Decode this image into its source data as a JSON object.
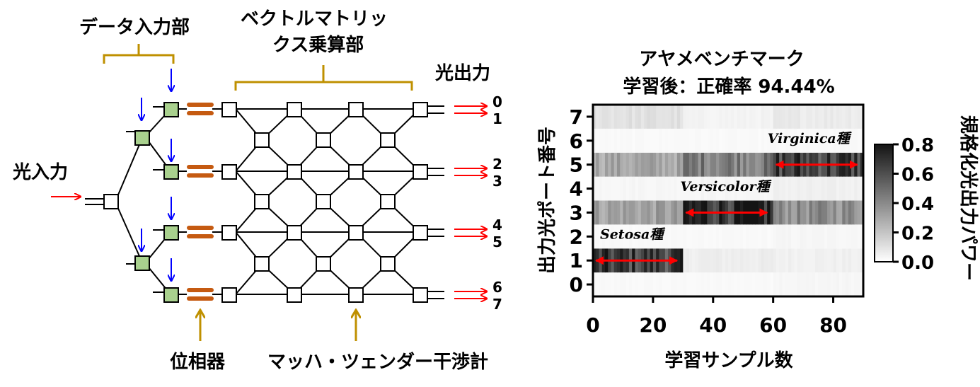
{
  "diagram": {
    "labels": {
      "data_input": "データ入力部",
      "vector_matrix_line1": "ベクトルマトリッ",
      "vector_matrix_line2": "クス乗算部",
      "light_output": "光出力",
      "light_input": "光入力",
      "phase_shifter": "位相器",
      "mzi": "マッハ・ツェンダー干渉計"
    },
    "ports": [
      "0",
      "1",
      "2",
      "3",
      "4",
      "5",
      "6",
      "7"
    ],
    "colors": {
      "modulator": "#a9d18e",
      "phase_shifter": "#c55a11",
      "input_arrow": "#ff0000",
      "modulation_arrow": "#0000ff",
      "brace": "#bf9000"
    }
  },
  "chart_data": {
    "type": "heatmap",
    "title_line1": "アヤメベンチマーク",
    "title_line2": "学習後：正確率 94.44%",
    "xlabel": "学習サンプル数",
    "ylabel": "出力光ポート番号",
    "xlim": [
      0,
      90
    ],
    "ylim": [
      -0.5,
      7.5
    ],
    "x_ticks": [
      "0",
      "20",
      "40",
      "60",
      "80"
    ],
    "y_ticks": [
      "0",
      "1",
      "2",
      "3",
      "4",
      "5",
      "6",
      "7"
    ],
    "colorbar": {
      "label": "規格化光出力パワー",
      "range": [
        0,
        0.8
      ],
      "ticks": [
        "0.0",
        "0.2",
        "0.4",
        "0.6",
        "0.8"
      ]
    },
    "grid": false,
    "n_samples": 90,
    "n_ports": 8,
    "classes": [
      {
        "name": "Setosa種",
        "port": 1,
        "range": [
          0,
          29
        ]
      },
      {
        "name": "Versicolor種",
        "port": 3,
        "range": [
          30,
          59
        ]
      },
      {
        "name": "Virginica種",
        "port": 5,
        "range": [
          60,
          89
        ]
      }
    ],
    "levels": {
      "0": {
        "setosa": 0.02,
        "versicolor": 0.02,
        "virginica": 0.03
      },
      "1": {
        "setosa": 0.65,
        "versicolor": 0.06,
        "virginica": 0.05
      },
      "2": {
        "setosa": 0.02,
        "versicolor": 0.02,
        "virginica": 0.03
      },
      "3": {
        "setosa": 0.32,
        "versicolor": 0.72,
        "virginica": 0.38
      },
      "4": {
        "setosa": 0.03,
        "versicolor": 0.03,
        "virginica": 0.05
      },
      "5": {
        "setosa": 0.3,
        "versicolor": 0.45,
        "virginica": 0.65
      },
      "6": {
        "setosa": 0.02,
        "versicolor": 0.02,
        "virginica": 0.02
      },
      "7": {
        "setosa": 0.1,
        "versicolor": 0.04,
        "virginica": 0.07
      }
    }
  }
}
